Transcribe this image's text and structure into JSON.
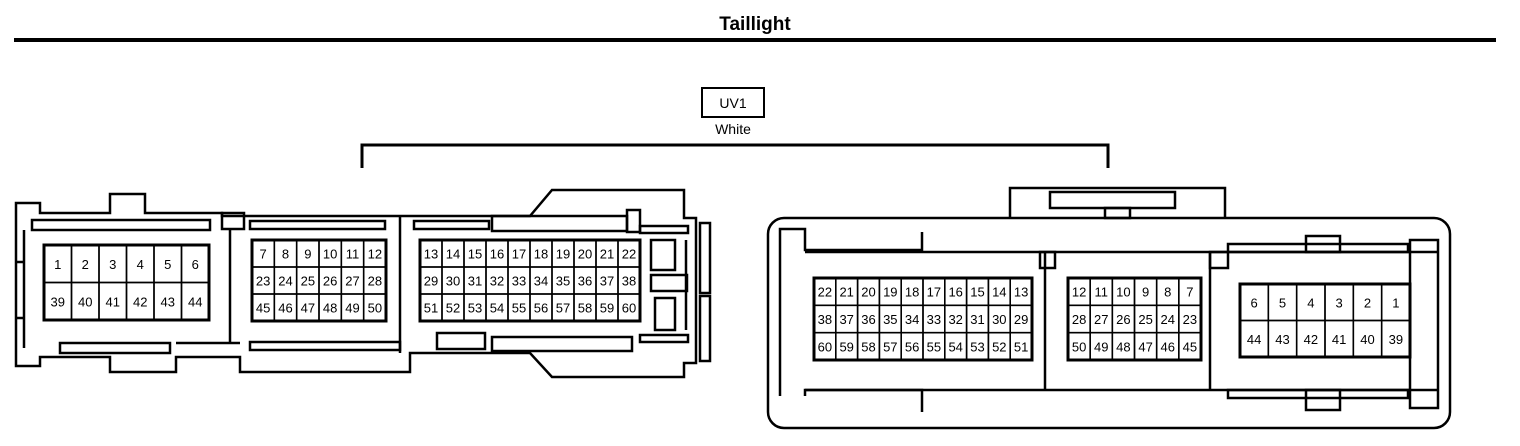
{
  "title": "Taillight",
  "connector": {
    "code": "UV1",
    "color": "White"
  },
  "left_connector": {
    "blocks": [
      {
        "rows": [
          [
            "1",
            "2",
            "3",
            "4",
            "5",
            "6"
          ],
          [
            "39",
            "40",
            "41",
            "42",
            "43",
            "44"
          ]
        ]
      },
      {
        "rows": [
          [
            "7",
            "8",
            "9",
            "10",
            "11",
            "12"
          ],
          [
            "23",
            "24",
            "25",
            "26",
            "27",
            "28"
          ],
          [
            "45",
            "46",
            "47",
            "48",
            "49",
            "50"
          ]
        ]
      },
      {
        "rows": [
          [
            "13",
            "14",
            "15",
            "16",
            "17",
            "18",
            "19",
            "20",
            "21",
            "22"
          ],
          [
            "29",
            "30",
            "31",
            "32",
            "33",
            "34",
            "35",
            "36",
            "37",
            "38"
          ],
          [
            "51",
            "52",
            "53",
            "54",
            "55",
            "56",
            "57",
            "58",
            "59",
            "60"
          ]
        ]
      }
    ]
  },
  "right_connector": {
    "blocks": [
      {
        "rows": [
          [
            "22",
            "21",
            "20",
            "19",
            "18",
            "17",
            "16",
            "15",
            "14",
            "13"
          ],
          [
            "38",
            "37",
            "36",
            "35",
            "34",
            "33",
            "32",
            "31",
            "30",
            "29"
          ],
          [
            "60",
            "59",
            "58",
            "57",
            "56",
            "55",
            "54",
            "53",
            "52",
            "51"
          ]
        ]
      },
      {
        "rows": [
          [
            "12",
            "11",
            "10",
            "9",
            "8",
            "7"
          ],
          [
            "28",
            "27",
            "26",
            "25",
            "24",
            "23"
          ],
          [
            "50",
            "49",
            "48",
            "47",
            "46",
            "45"
          ]
        ]
      },
      {
        "rows": [
          [
            "6",
            "5",
            "4",
            "3",
            "2",
            "1"
          ],
          [
            "44",
            "43",
            "42",
            "41",
            "40",
            "39"
          ]
        ]
      }
    ]
  }
}
